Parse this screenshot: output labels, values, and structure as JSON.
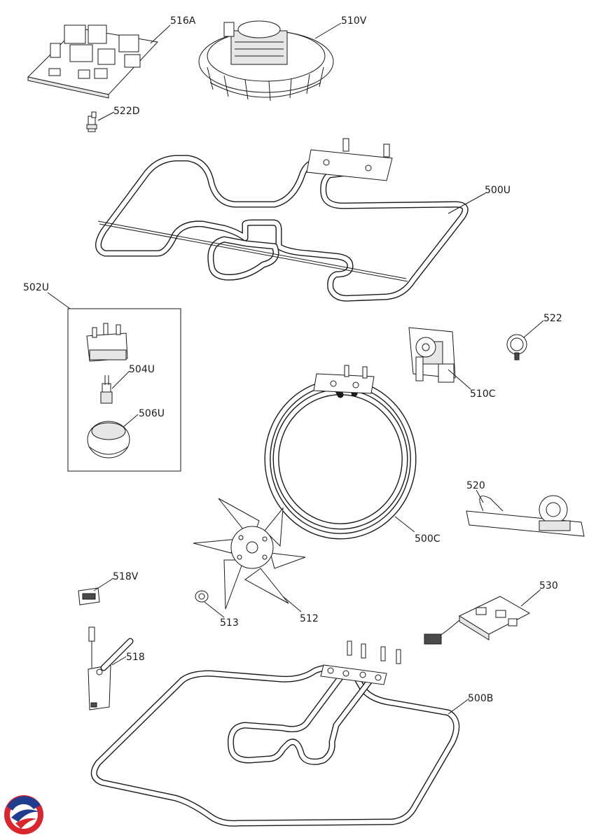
{
  "diagram": {
    "parts": [
      {
        "id": "516A",
        "label": "516A"
      },
      {
        "id": "510V",
        "label": "510V"
      },
      {
        "id": "522D",
        "label": "522D"
      },
      {
        "id": "500U",
        "label": "500U"
      },
      {
        "id": "502U",
        "label": "502U"
      },
      {
        "id": "504U",
        "label": "504U"
      },
      {
        "id": "506U",
        "label": "506U"
      },
      {
        "id": "522",
        "label": "522"
      },
      {
        "id": "510C",
        "label": "510C"
      },
      {
        "id": "520",
        "label": "520"
      },
      {
        "id": "500C",
        "label": "500C"
      },
      {
        "id": "518V",
        "label": "518V"
      },
      {
        "id": "530",
        "label": "530"
      },
      {
        "id": "513",
        "label": "513"
      },
      {
        "id": "512",
        "label": "512"
      },
      {
        "id": "518",
        "label": "518"
      },
      {
        "id": "500B",
        "label": "500B"
      }
    ]
  },
  "logo": {
    "name": "brand-logo",
    "colors": [
      "#1f3c8f",
      "#d9252b"
    ]
  }
}
